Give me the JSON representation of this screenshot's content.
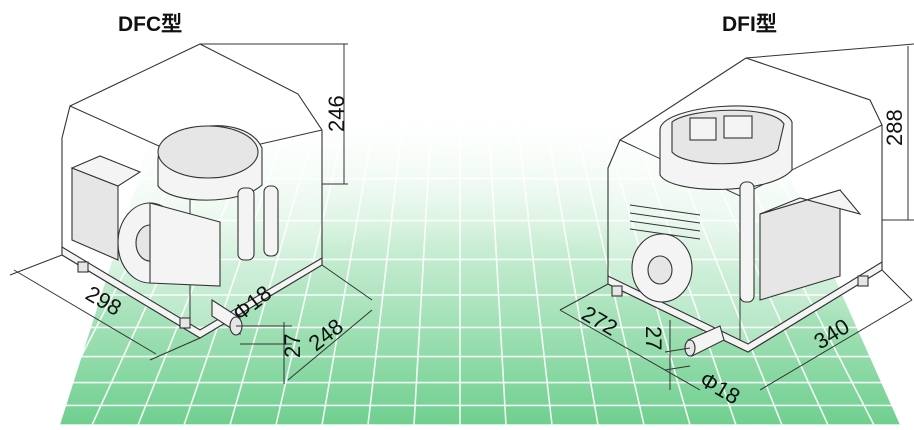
{
  "figures": [
    {
      "id": "dfc",
      "title": "DFC型",
      "dimensions": {
        "height": "246",
        "width": "298",
        "depth": "248",
        "pipe_offset": "27",
        "pipe_diameter": "Φ18"
      }
    },
    {
      "id": "dfi",
      "title": "DFI型",
      "dimensions": {
        "height": "288",
        "width": "272",
        "depth": "340",
        "pipe_offset": "27",
        "pipe_diameter": "Φ18"
      }
    }
  ],
  "colors": {
    "grid_line": "#ffffff",
    "floor_green": "#6fcf8f",
    "outline": "#333333"
  }
}
